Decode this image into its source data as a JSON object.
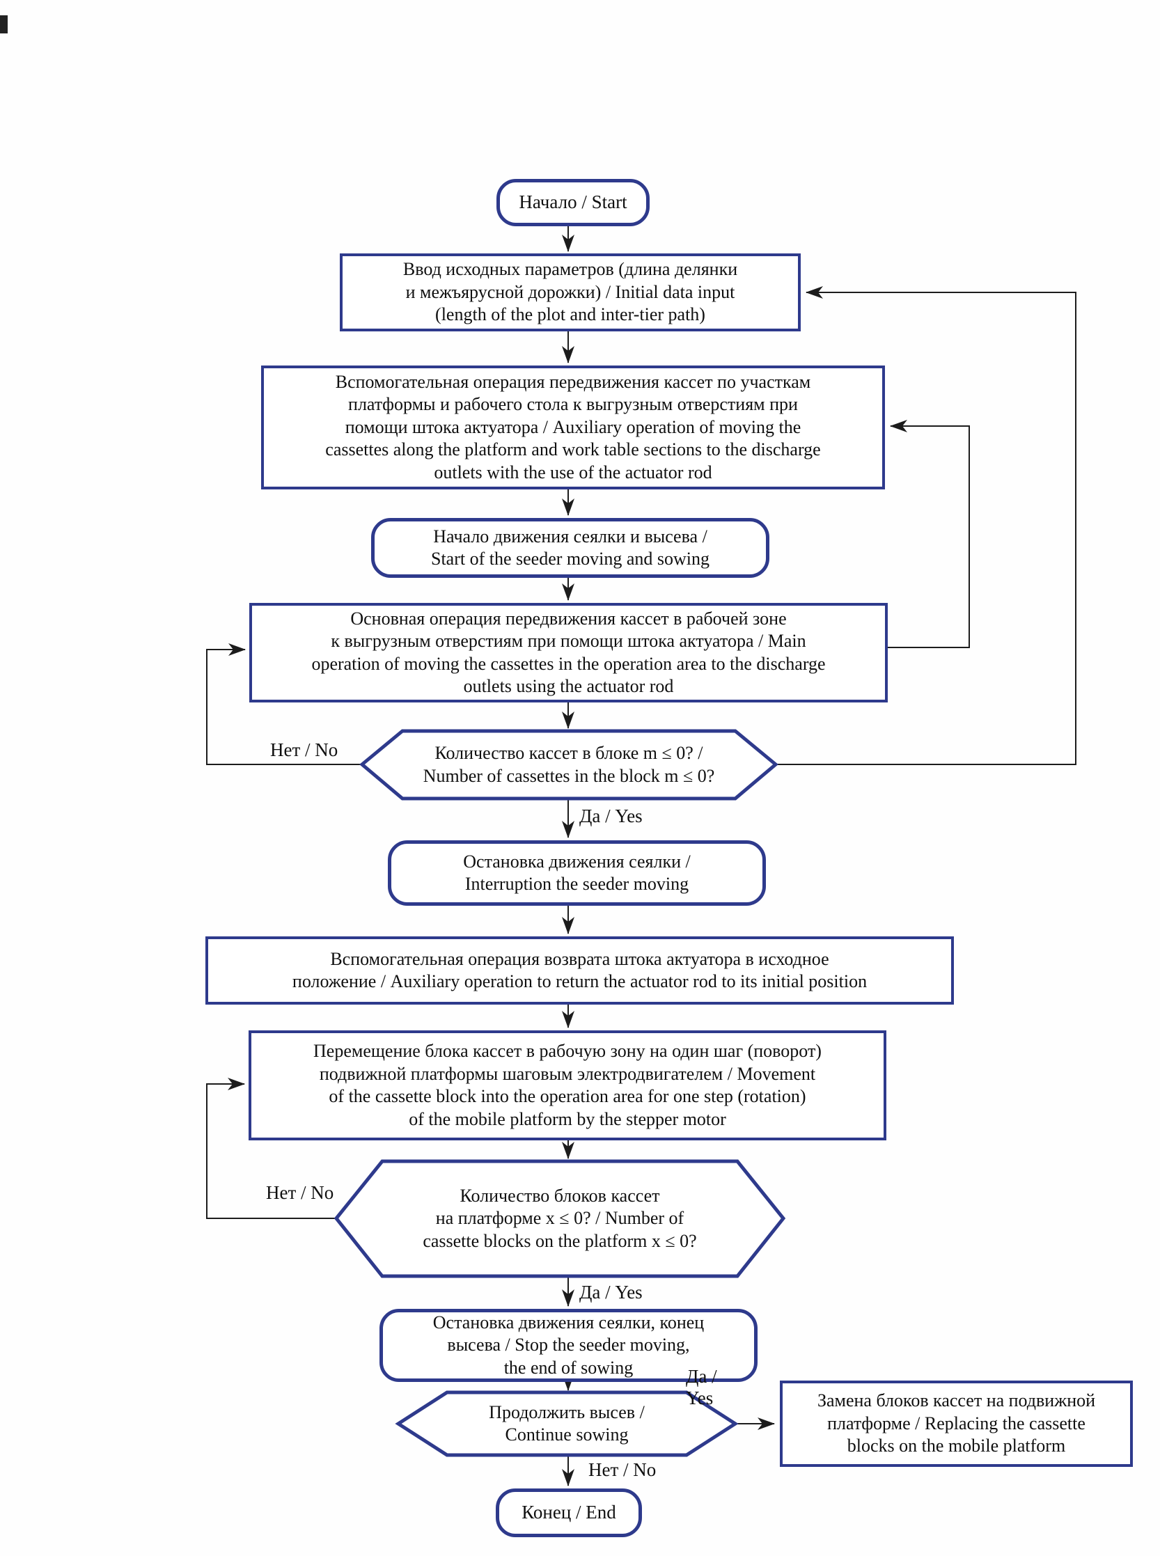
{
  "flowchart": {
    "title_hint": "Seeder cassette handling algorithm (bilingual RU/EN flowchart)",
    "colors": {
      "node_border": "#2e3a8c",
      "connector": "#1c1c1c",
      "text": "#101010",
      "bg": "#fefefe"
    },
    "nodes": {
      "start": {
        "label": "Начало / Start"
      },
      "input": {
        "lines": [
          "Ввод исходных параметров (длина делянки",
          "и межъярусной дорожки) / Initial data input",
          "(length of the plot and inter-tier path)"
        ]
      },
      "aux_moving": {
        "lines": [
          "Вспомогательная операция передвижения кассет по участкам",
          "платформы и рабочего стола к выгрузным отверстиям при",
          "помощи штока актуатора / Auxiliary operation of moving the",
          "cassettes along the platform and work table sections to the discharge",
          "outlets with the use of the actuator rod"
        ]
      },
      "start_moving": {
        "lines": [
          "Начало движения сеялки и высева /",
          "Start of the seeder moving and sowing"
        ]
      },
      "main_moving": {
        "lines": [
          "Основная операция передвижения кассет в рабочей зоне",
          "к выгрузным отверстиям при помощи штока актуатора / Main",
          "operation of moving the cassettes in the operation area to the discharge",
          "outlets using the actuator rod"
        ]
      },
      "decision_cassettes": {
        "lines": [
          "Количество кассет в блоке m ≤ 0? /",
          "Number of cassettes in the block m ≤ 0?"
        ]
      },
      "stop_seeder": {
        "lines": [
          "Остановка движения сеялки /",
          "Interruption the seeder moving"
        ]
      },
      "aux_return": {
        "lines": [
          "Вспомогательная операция возврата штока актуатора в исходное",
          "положение / Auxiliary operation to return the actuator rod to its initial position"
        ]
      },
      "platform_step": {
        "lines": [
          "Перемещение блока кассет в рабочую зону на один шаг (поворот)",
          "подвижной платформы шаговым электродвигателем / Movement",
          "of the cassette block into the operation area for one step (rotation)",
          "of the mobile platform by the stepper motor"
        ]
      },
      "decision_blocks": {
        "lines": [
          "Количество блоков кассет",
          "на платформе x ≤ 0? / Number of",
          "cassette blocks on the platform x ≤ 0?"
        ]
      },
      "stop_sowing": {
        "lines": [
          "Остановка движения сеялки, конец",
          "высева / Stop the seeder moving,",
          "the end of sowing"
        ]
      },
      "decision_continue": {
        "lines": [
          "Продолжить высев /",
          "Continue sowing"
        ]
      },
      "replace_blocks": {
        "lines": [
          "Замена блоков кассет на подвижной",
          "платформе / Replacing the cassette",
          "blocks on the mobile platform"
        ]
      },
      "end": {
        "label": "Конец / End"
      }
    },
    "edge_labels": {
      "no1": "Нет / No",
      "yes1": "Да / Yes",
      "no2": "Нет / No",
      "yes2": "Да / Yes",
      "yes3": "Да /\nYes",
      "no3": "Нет / No"
    }
  }
}
